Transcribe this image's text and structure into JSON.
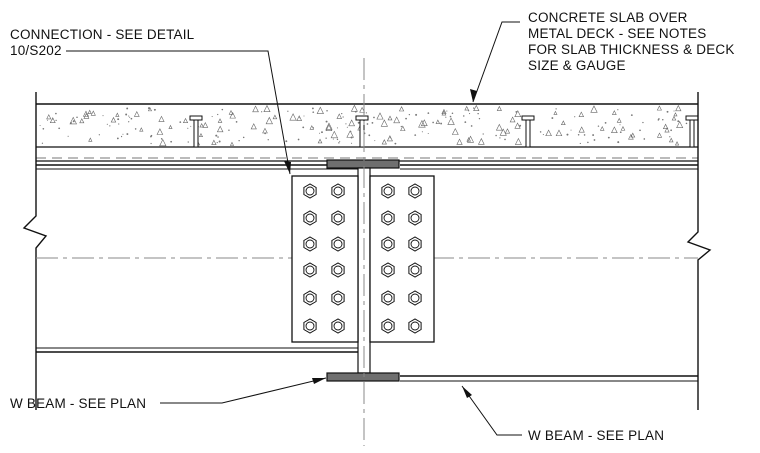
{
  "labels": {
    "connection_line1": "CONNECTION - SEE DETAIL",
    "connection_line2": "10/S202",
    "slab_line1": "CONCRETE SLAB OVER",
    "slab_line2": "METAL DECK - SEE NOTES",
    "slab_line3": "FOR SLAB THICKNESS & DECK",
    "slab_line4": "SIZE & GAUGE",
    "w_beam_left": "W BEAM - SEE PLAN",
    "w_beam_right": "W BEAM - SEE PLAN"
  },
  "colors": {
    "line": "#111111",
    "flange_fill": "#6f6f6f",
    "centerline": "#888888",
    "background": "#ffffff"
  }
}
